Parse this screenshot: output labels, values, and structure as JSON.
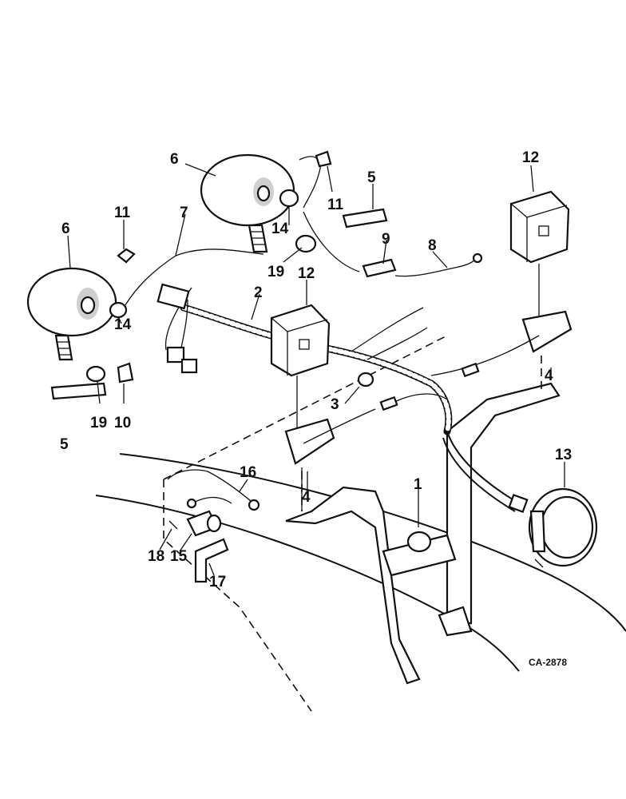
{
  "diagram": {
    "reference_code": "CA-2878",
    "callouts": {
      "c1": "1",
      "c2": "2",
      "c3": "3",
      "c4a": "4",
      "c4b": "4",
      "c5a": "5",
      "c5b": "5",
      "c6a": "6",
      "c6b": "6",
      "c7": "7",
      "c8": "8",
      "c9": "9",
      "c10": "10",
      "c11a": "11",
      "c11b": "11",
      "c12a": "12",
      "c12b": "12",
      "c13": "13",
      "c14a": "14",
      "c14b": "14",
      "c15": "15",
      "c16": "16",
      "c17": "17",
      "c18": "18",
      "c19a": "19",
      "c19b": "19"
    }
  }
}
